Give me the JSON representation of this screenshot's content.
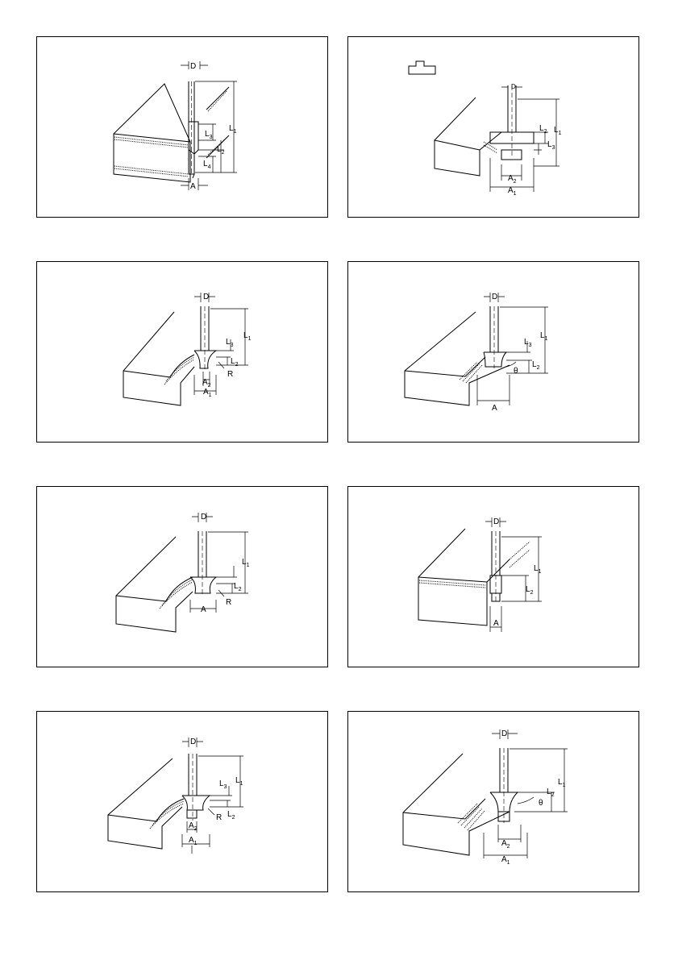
{
  "panels": [
    {
      "id": "straight-bit",
      "labels": {
        "D": "D",
        "A": "A",
        "L1": "L",
        "L1s": "1",
        "L2": "L",
        "L2s": "2",
        "L3": "L",
        "L3s": "3",
        "L4": "L",
        "L4s": "4"
      }
    },
    {
      "id": "t-slot-bit",
      "labels": {
        "D": "D",
        "L1": "L",
        "L1s": "1",
        "L2": "L",
        "L2s": "2",
        "L3": "L",
        "L3s": "3",
        "A1": "A",
        "A1s": "1",
        "A2": "A",
        "A2s": "2"
      }
    },
    {
      "id": "cove-bit",
      "labels": {
        "D": "D",
        "L1": "L",
        "L1s": "1",
        "L2": "L",
        "L2s": "2",
        "L3": "L",
        "L3s": "3",
        "R": "R",
        "A1": "A",
        "A1s": "1",
        "A2": "A",
        "A2s": "2"
      }
    },
    {
      "id": "chamfer-bit",
      "labels": {
        "D": "D",
        "L1": "L",
        "L1s": "1",
        "L2": "L",
        "L2s": "2",
        "L3": "L",
        "L3s": "3",
        "theta": "θ",
        "A": "A"
      }
    },
    {
      "id": "corner-round-bit",
      "labels": {
        "D": "D",
        "L1": "L",
        "L1s": "1",
        "L2": "L",
        "L2s": "2",
        "R": "R",
        "A": "A"
      }
    },
    {
      "id": "flush-trim-bit",
      "labels": {
        "D": "D",
        "L1": "L",
        "L1s": "1",
        "L2": "L",
        "L2s": "2",
        "A": "A"
      }
    },
    {
      "id": "corner-round-bearing-bit",
      "labels": {
        "D": "D",
        "L1": "L",
        "L1s": "1",
        "L2": "L",
        "L2s": "2",
        "L3": "L",
        "L3s": "3",
        "R": "R",
        "A1": "A",
        "A1s": "1",
        "A2": "A",
        "A2s": "2"
      }
    },
    {
      "id": "chamfer-bearing-bit",
      "labels": {
        "D": "D",
        "L1": "L",
        "L1s": "1",
        "L2": "L",
        "L2s": "2",
        "theta": "θ",
        "A1": "A",
        "A1s": "1",
        "A2": "A",
        "A2s": "2"
      }
    }
  ]
}
